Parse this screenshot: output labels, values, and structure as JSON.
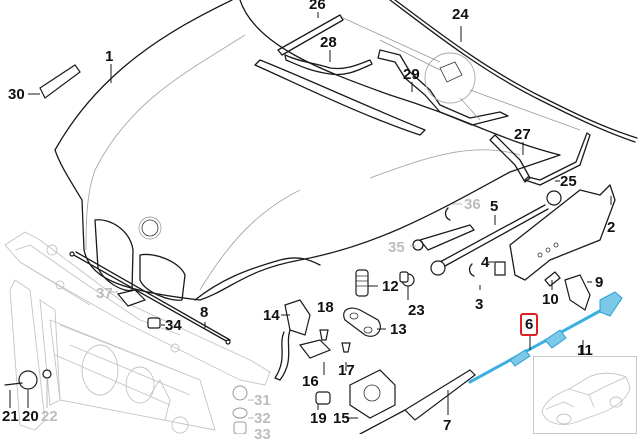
{
  "diagram": {
    "title": "Hood / bonnet assembly exploded parts view",
    "highlight_color": "#3ab0e0",
    "selected_box_color": "#e02020",
    "selected_part": "6",
    "callouts": [
      {
        "id": "1",
        "label": "1",
        "style": "normal"
      },
      {
        "id": "2",
        "label": "2",
        "style": "normal"
      },
      {
        "id": "3",
        "label": "3",
        "style": "normal"
      },
      {
        "id": "4",
        "label": "4",
        "style": "normal"
      },
      {
        "id": "5",
        "label": "5",
        "style": "normal"
      },
      {
        "id": "6",
        "label": "6",
        "style": "selected"
      },
      {
        "id": "7",
        "label": "7",
        "style": "normal"
      },
      {
        "id": "8",
        "label": "8",
        "style": "normal"
      },
      {
        "id": "9",
        "label": "9",
        "style": "normal"
      },
      {
        "id": "10",
        "label": "10",
        "style": "normal"
      },
      {
        "id": "11",
        "label": "11",
        "style": "normal"
      },
      {
        "id": "12",
        "label": "12",
        "style": "normal"
      },
      {
        "id": "13",
        "label": "13",
        "style": "normal"
      },
      {
        "id": "14",
        "label": "14",
        "style": "normal"
      },
      {
        "id": "15",
        "label": "15",
        "style": "normal"
      },
      {
        "id": "16",
        "label": "16",
        "style": "normal"
      },
      {
        "id": "17",
        "label": "17",
        "style": "normal"
      },
      {
        "id": "18",
        "label": "18",
        "style": "normal"
      },
      {
        "id": "19",
        "label": "19",
        "style": "normal"
      },
      {
        "id": "20",
        "label": "20",
        "style": "normal"
      },
      {
        "id": "21",
        "label": "21",
        "style": "normal"
      },
      {
        "id": "22",
        "label": "22",
        "style": "gray"
      },
      {
        "id": "23",
        "label": "23",
        "style": "normal"
      },
      {
        "id": "24",
        "label": "24",
        "style": "normal"
      },
      {
        "id": "25",
        "label": "25",
        "style": "normal"
      },
      {
        "id": "26",
        "label": "26",
        "style": "normal"
      },
      {
        "id": "27",
        "label": "27",
        "style": "normal"
      },
      {
        "id": "28",
        "label": "28",
        "style": "normal"
      },
      {
        "id": "29",
        "label": "29",
        "style": "normal"
      },
      {
        "id": "30",
        "label": "30",
        "style": "normal"
      },
      {
        "id": "31",
        "label": "31",
        "style": "gray"
      },
      {
        "id": "32",
        "label": "32",
        "style": "gray"
      },
      {
        "id": "33",
        "label": "33",
        "style": "gray"
      },
      {
        "id": "34",
        "label": "34",
        "style": "normal"
      },
      {
        "id": "35",
        "label": "35",
        "style": "gray"
      },
      {
        "id": "36",
        "label": "36",
        "style": "gray"
      },
      {
        "id": "37",
        "label": "37",
        "style": "gray"
      }
    ],
    "thumbnail": {
      "description": "vehicle-location-thumbnail"
    }
  }
}
